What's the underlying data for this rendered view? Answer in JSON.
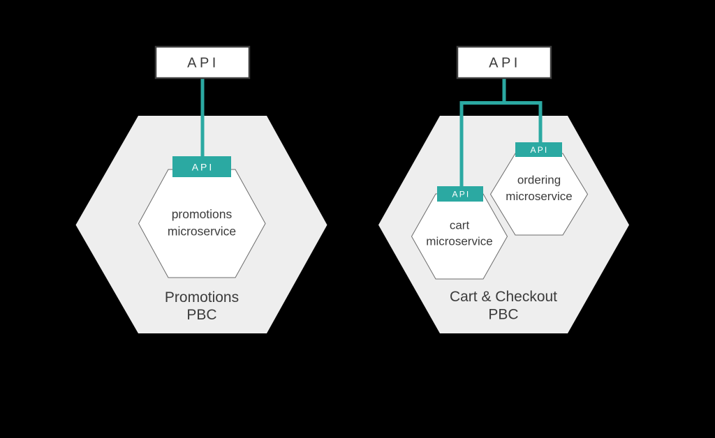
{
  "colors": {
    "background": "#000000",
    "accent_teal": "#2ba9a2",
    "pbc_hexagon_fill": "#eeeeee"
  },
  "left_diagram": {
    "api_gateway_label": "API",
    "api_chip_label": "API",
    "microservice": {
      "line1": "promotions",
      "line2": "microservice"
    },
    "pbc": {
      "line1": "Promotions",
      "line2": "PBC"
    }
  },
  "right_diagram": {
    "api_gateway_label": "API",
    "cart_api_chip_label": "API",
    "ordering_api_chip_label": "API",
    "cart_microservice": {
      "line1": "cart",
      "line2": "microservice"
    },
    "ordering_microservice": {
      "line1": "ordering",
      "line2": "microservice"
    },
    "pbc": {
      "line1": "Cart & Checkout",
      "line2": "PBC"
    }
  }
}
